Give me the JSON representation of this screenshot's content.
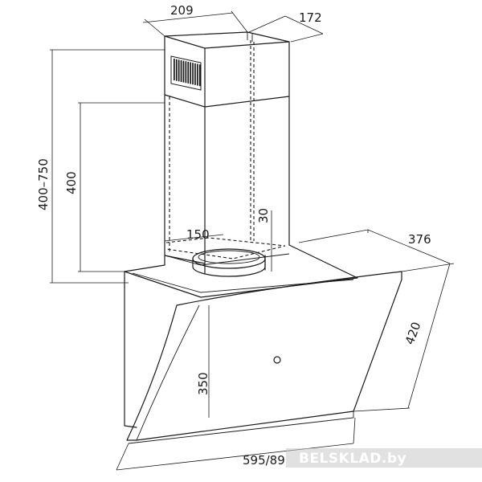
{
  "dimensions": {
    "chimney_width": "209",
    "chimney_depth": "172",
    "total_height_range": "400–750",
    "chimney_height": "400",
    "outlet_diameter": "150",
    "outlet_offset": "30",
    "hood_depth": "376",
    "panel_height": "420",
    "body_height": "350",
    "hood_width": "595/89"
  },
  "watermark": "BELSKLAD.by",
  "colors": {
    "line": "#1a1a1a",
    "vent": "#1a1a1a",
    "background": "#ffffff"
  }
}
